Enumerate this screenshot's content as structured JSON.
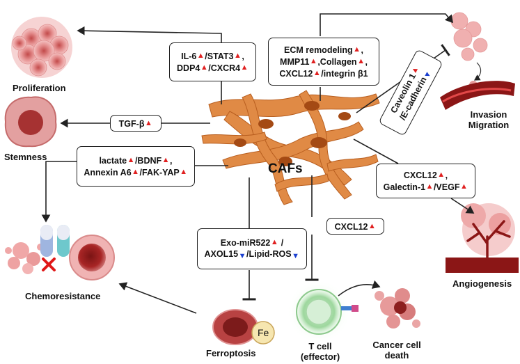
{
  "center_label": "CAFs",
  "outcomes": {
    "proliferation": "Proliferation",
    "stemness": "Stemness",
    "chemoresistance": "Chemoresistance",
    "ferroptosis": "Ferroptosis",
    "fe_label": "Fe",
    "t_cell_line1": "T cell",
    "t_cell_line2": "(effector)",
    "cancer_death_line1": "Cancer cell",
    "cancer_death_line2": "death",
    "angiogenesis": "Angiogenesis",
    "invasion_line1": "Invasion",
    "invasion_line2": "Migration"
  },
  "mediators": {
    "il6_box": {
      "l1a": "IL-6",
      "l1b": "/STAT3",
      "l1c": ",",
      "l2a": "DDP4",
      "l2b": "/CXCR4"
    },
    "ecm_box": {
      "l1a": "ECM remodeling",
      "l1b": ",",
      "l2a": "MMP11",
      "l2b": ",Collagen",
      "l2c": ",",
      "l3a": "CXCL12",
      "l3b": "/integrin β1"
    },
    "tgf_box": {
      "t": "TGF-β"
    },
    "lactate_box": {
      "l1a": "lactate",
      "l1b": "/BDNF",
      "l1c": ",",
      "l2a": "Annexin A6",
      "l2b": "/FAK-YAP"
    },
    "exo_box": {
      "l1a": "Exo-miR522",
      "l1b": " /",
      "l2a": "AXOL15",
      "l2b": "/Lipid-ROS"
    },
    "cxcl12_box": {
      "t": "CXCL12"
    },
    "cxcl12_vegf_box": {
      "l1a": "CXCL12",
      "l1b": ",",
      "l2a": "Galectin-1",
      "l2b": "/VEGF"
    },
    "caveolin_box": {
      "l1": "Caveolin 1",
      "l2": "/E-cadherin"
    }
  },
  "colors": {
    "up_arrow": "#e02020",
    "down_arrow": "#1a3fd0",
    "caf_fiber": "#d9772f",
    "tumor_pink": "#e89a9a",
    "t_cell_green": "#a8dfa8"
  }
}
